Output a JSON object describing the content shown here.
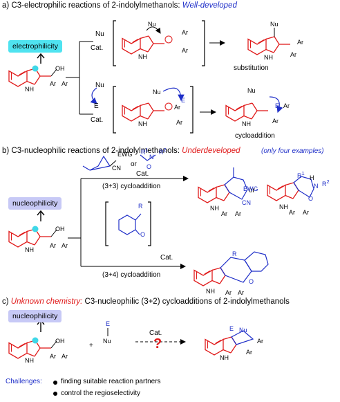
{
  "section_a": {
    "label_prefix": "a) C3-electrophilic reactions of 2-indolylmethanols:",
    "label_emph": "Well-developed",
    "badge": "electrophilicity",
    "reagent_top": "Nu",
    "cat_top": "Cat.",
    "reagent_bottom_nu": "Nu",
    "reagent_bottom_e": "E",
    "cat_bottom": "Cat.",
    "product_top_caption": "substitution",
    "product_bottom_caption": "cycloaddition"
  },
  "section_b": {
    "label_prefix": "b) C3-nucleophilic reactions of 2-indolylmethanols:",
    "label_emph": "Underdeveloped",
    "note": "(only four examples)",
    "badge": "nucleophilicity",
    "or_1": "or",
    "cat_1": "Cat.",
    "reaction_1": "(3+3) cycloaddition",
    "or_2": "or",
    "cat_2": "Cat.",
    "reaction_2": "(3+4) cycloaddition"
  },
  "section_c": {
    "label_prefix": "c)",
    "label_emph": "Unknown chemistry:",
    "label_rest": "C3-nucleophilic (3+2) cycloadditions of 2-indolylmethanols",
    "badge": "nucleophilicity",
    "plus": "+",
    "reagent_e": "E",
    "reagent_nu": "Nu",
    "cat": "Cat.",
    "question": "?"
  },
  "challenges": {
    "title": "Challenges:",
    "items": [
      "finding suitable reaction partners",
      "control the regioselectivity"
    ]
  },
  "atoms": {
    "nh": "NH",
    "h": "H",
    "n": "N",
    "oh": "OH",
    "o": "O",
    "ar": "Ar",
    "ewg": "EWG",
    "cn": "CN",
    "r": "R",
    "r1": "R",
    "r2": "R",
    "sup1": "1",
    "sup2": "2",
    "nu": "Nu",
    "e": "E"
  },
  "colors": {
    "red": "#e01b1b",
    "blue": "#1e2ec8",
    "cyan_badge": "#4fe3f0",
    "lilac_badge": "#c7c9f6",
    "highlight_atom": "#3fd8e8"
  }
}
